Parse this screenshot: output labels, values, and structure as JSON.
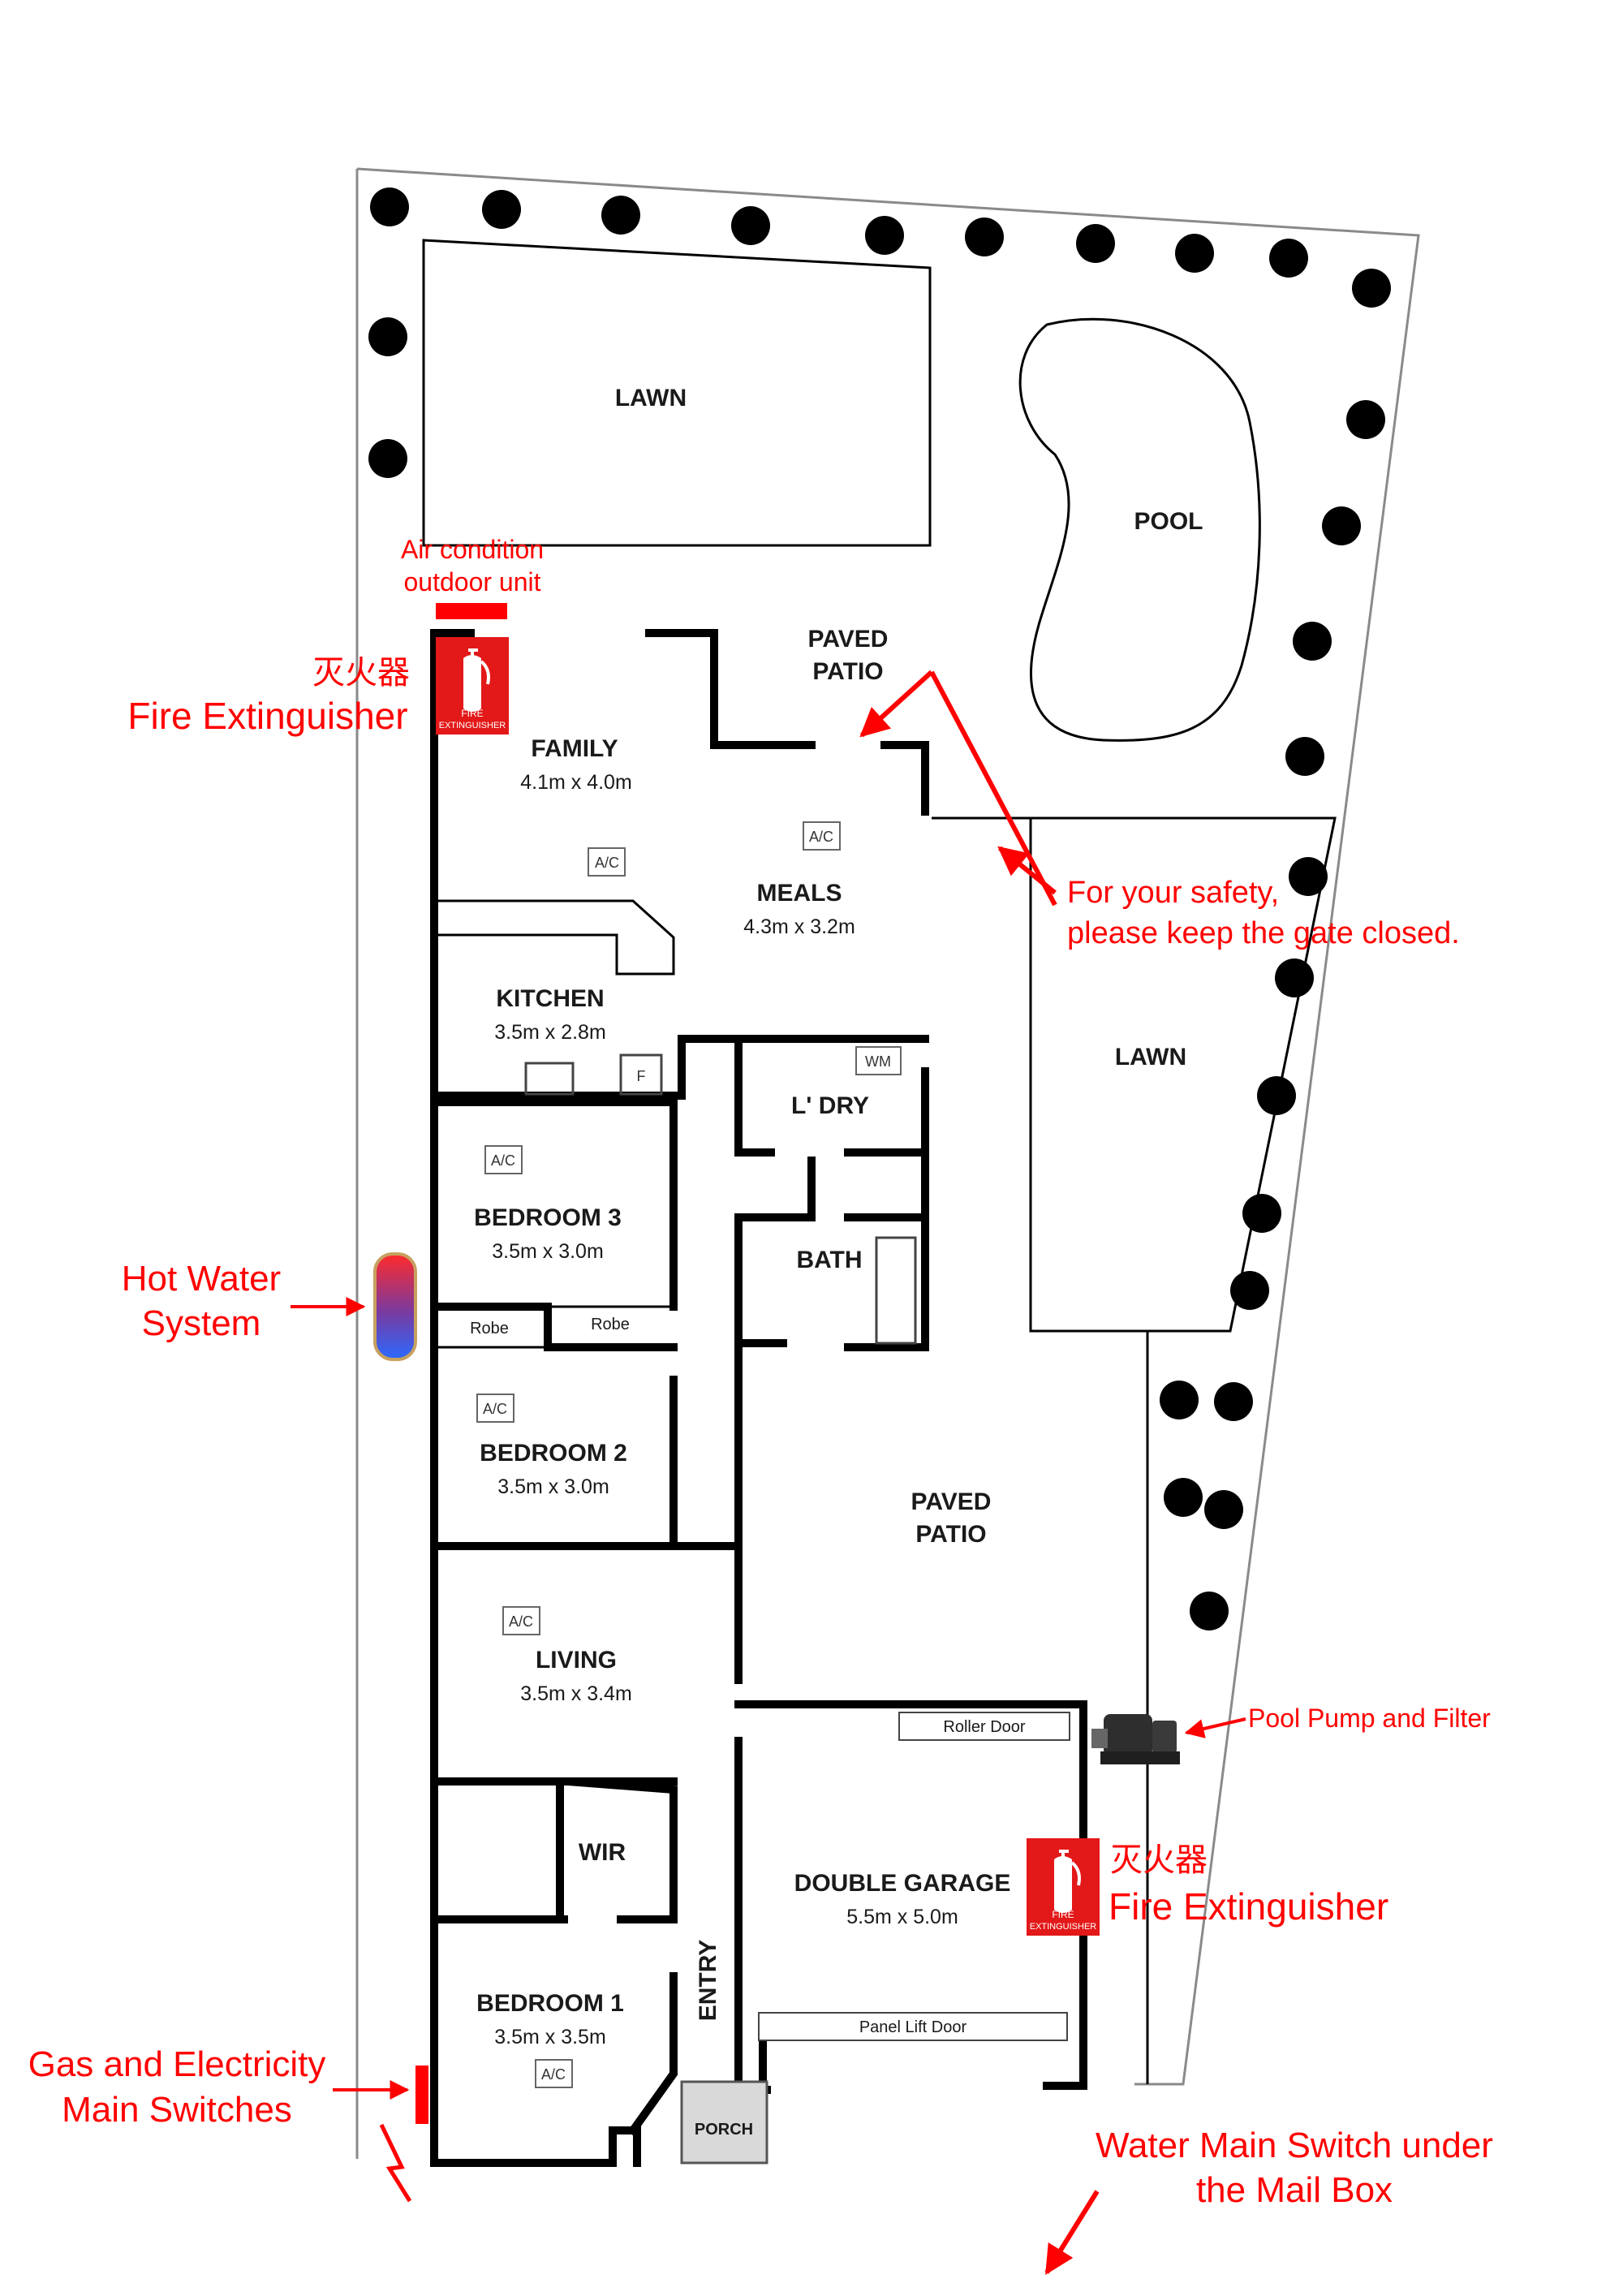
{
  "rooms": {
    "lawn_top": "LAWN",
    "pool": "POOL",
    "paved_patio_top": [
      "PAVED",
      "PATIO"
    ],
    "family": {
      "name": "FAMILY",
      "dim": "4.1m x 4.0m"
    },
    "meals": {
      "name": "MEALS",
      "dim": "4.3m x 3.2m"
    },
    "kitchen": {
      "name": "KITCHEN",
      "dim": "3.5m x 2.8m"
    },
    "laundry": "L' DRY",
    "bath": "BATH",
    "lawn_right": "LAWN",
    "bedroom3": {
      "name": "BEDROOM 3",
      "dim": "3.5m x 3.0m"
    },
    "bedroom2": {
      "name": "BEDROOM 2",
      "dim": "3.5m x 3.0m"
    },
    "paved_patio_mid": [
      "PAVED",
      "PATIO"
    ],
    "living": {
      "name": "LIVING",
      "dim": "3.5m x 3.4m"
    },
    "wir": "WIR",
    "double_garage": {
      "name": "DOUBLE GARAGE",
      "dim": "5.5m x 5.0m"
    },
    "entry": "ENTRY",
    "bedroom1": {
      "name": "BEDROOM 1",
      "dim": "3.5m x 3.5m"
    },
    "porch": "PORCH"
  },
  "fixtures": {
    "ac": "A/C",
    "robe_left": "Robe",
    "robe_right": "Robe",
    "wm": "WM",
    "fridge": "F",
    "roller_door": "Roller Door",
    "panel_lift_door": "Panel Lift Door"
  },
  "annotations": {
    "air_condition": [
      "Air condition",
      "outdoor unit"
    ],
    "fire_ext_cn": "灭火器",
    "fire_ext_en": "Fire Extinguisher",
    "fire_sign": [
      "FIRE",
      "EXTINGUISHER"
    ],
    "gate": [
      "For your safety,",
      "please keep the gate closed."
    ],
    "hot_water": [
      "Hot Water",
      "System"
    ],
    "pool_pump": "Pool Pump and Filter",
    "gas_elec": [
      "Gas and Electricity",
      "Main Switches"
    ],
    "water_main": [
      "Water Main Switch under",
      "the Mail Box"
    ]
  },
  "colors": {
    "annotation": "#ff0000",
    "wall": "#000000",
    "boundary": "#8a8a8a"
  }
}
